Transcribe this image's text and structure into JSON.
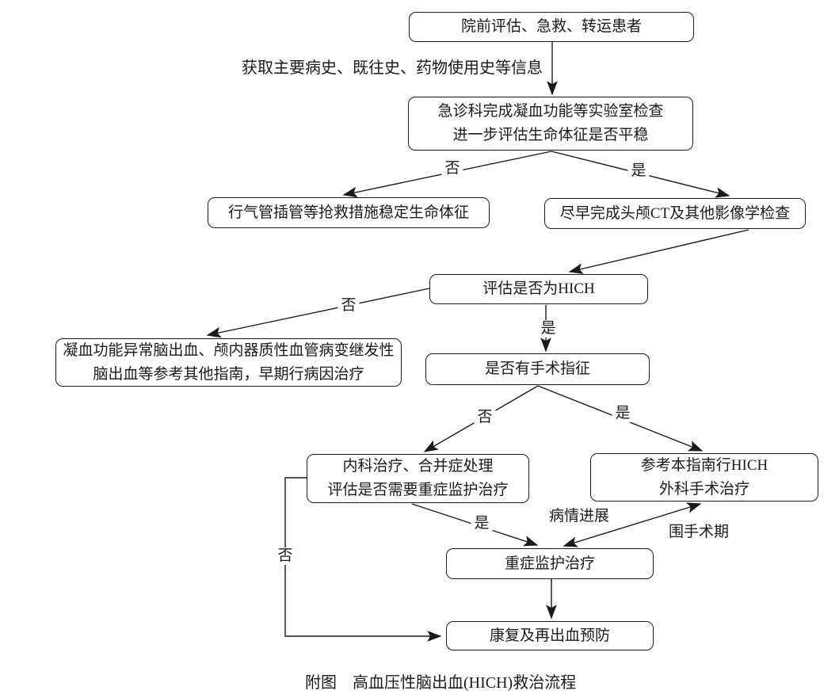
{
  "caption": "附图　高血压性脑出血(HICH)救治流程",
  "annotation": "获取主要病史、既往史、药物使用史等信息",
  "nodes": {
    "prehospital": {
      "text": "院前评估、急救、转运患者"
    },
    "emergency": {
      "line1": "急诊科完成凝血功能等实验室检查",
      "line2": "进一步评估生命体征是否平稳"
    },
    "stabilize": {
      "text": "行气管插管等抢救措施稳定生命体征"
    },
    "ct": {
      "text": "尽早完成头颅CT及其他影像学检查"
    },
    "assess_hich": {
      "text": "评估是否为HICH"
    },
    "other_guideline": {
      "line1": "凝血功能异常脑出血、颅内器质性血管病变继发性",
      "line2": "脑出血等参考其他指南，早期行病因治疗"
    },
    "surgery_indication": {
      "text": "是否有手术指征"
    },
    "medical_treatment": {
      "line1": "内科治疗、合并症处理",
      "line2": "评估是否需要重症监护治疗"
    },
    "surgical_treatment": {
      "line1": "参考本指南行HICH",
      "line2": "外科手术治疗"
    },
    "icu": {
      "text": "重症监护治疗"
    },
    "rehab": {
      "text": "康复及再出血预防"
    }
  },
  "edge_labels": {
    "vitals_no": "否",
    "vitals_yes": "是",
    "hich_no": "否",
    "hich_yes": "是",
    "surgery_no": "否",
    "surgery_yes": "是",
    "icu_yes": "是",
    "progression": "病情进展",
    "perioperative": "围手术期",
    "no_icu": "否"
  },
  "colors": {
    "line": "#1a1a1a",
    "background": "#ffffff"
  }
}
